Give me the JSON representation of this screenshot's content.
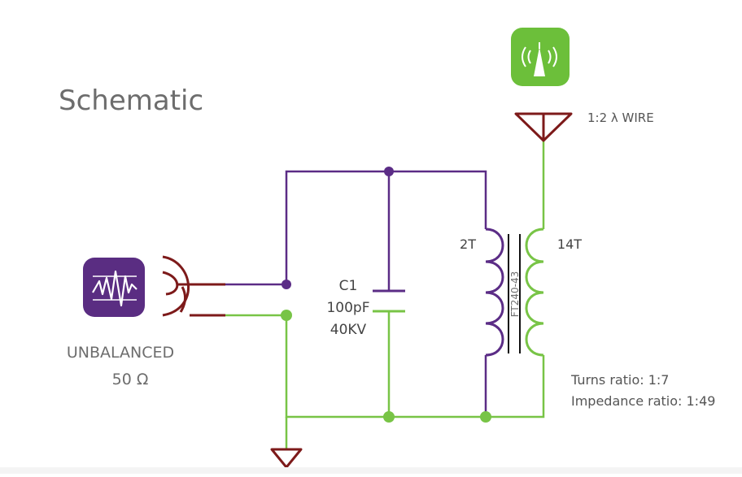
{
  "title": "Schematic",
  "source": {
    "label_line1": "UNBALANCED",
    "label_line2": "50 Ω"
  },
  "antenna": {
    "label": "1:2 λ WIRE"
  },
  "capacitor": {
    "name": "C1",
    "value": "100pF",
    "voltage": "40KV"
  },
  "transformer": {
    "primary_turns": "2T",
    "secondary_turns": "14T",
    "core": "FT240-43"
  },
  "ratios": {
    "turns": "Turns ratio: 1:7",
    "impedance": "Impedance ratio: 1:49"
  },
  "colors": {
    "purple": "#5b2c86",
    "green": "#78c446",
    "red": "#7d1a1a",
    "black": "#111111",
    "gray_text": "#6d6d6d",
    "icon_purple": "#5a2d82",
    "icon_green": "#6cbf3a"
  },
  "icons": {
    "source": "signal-generator-icon",
    "antenna": "antenna-broadcast-icon",
    "ground": "ground-symbol-icon"
  }
}
